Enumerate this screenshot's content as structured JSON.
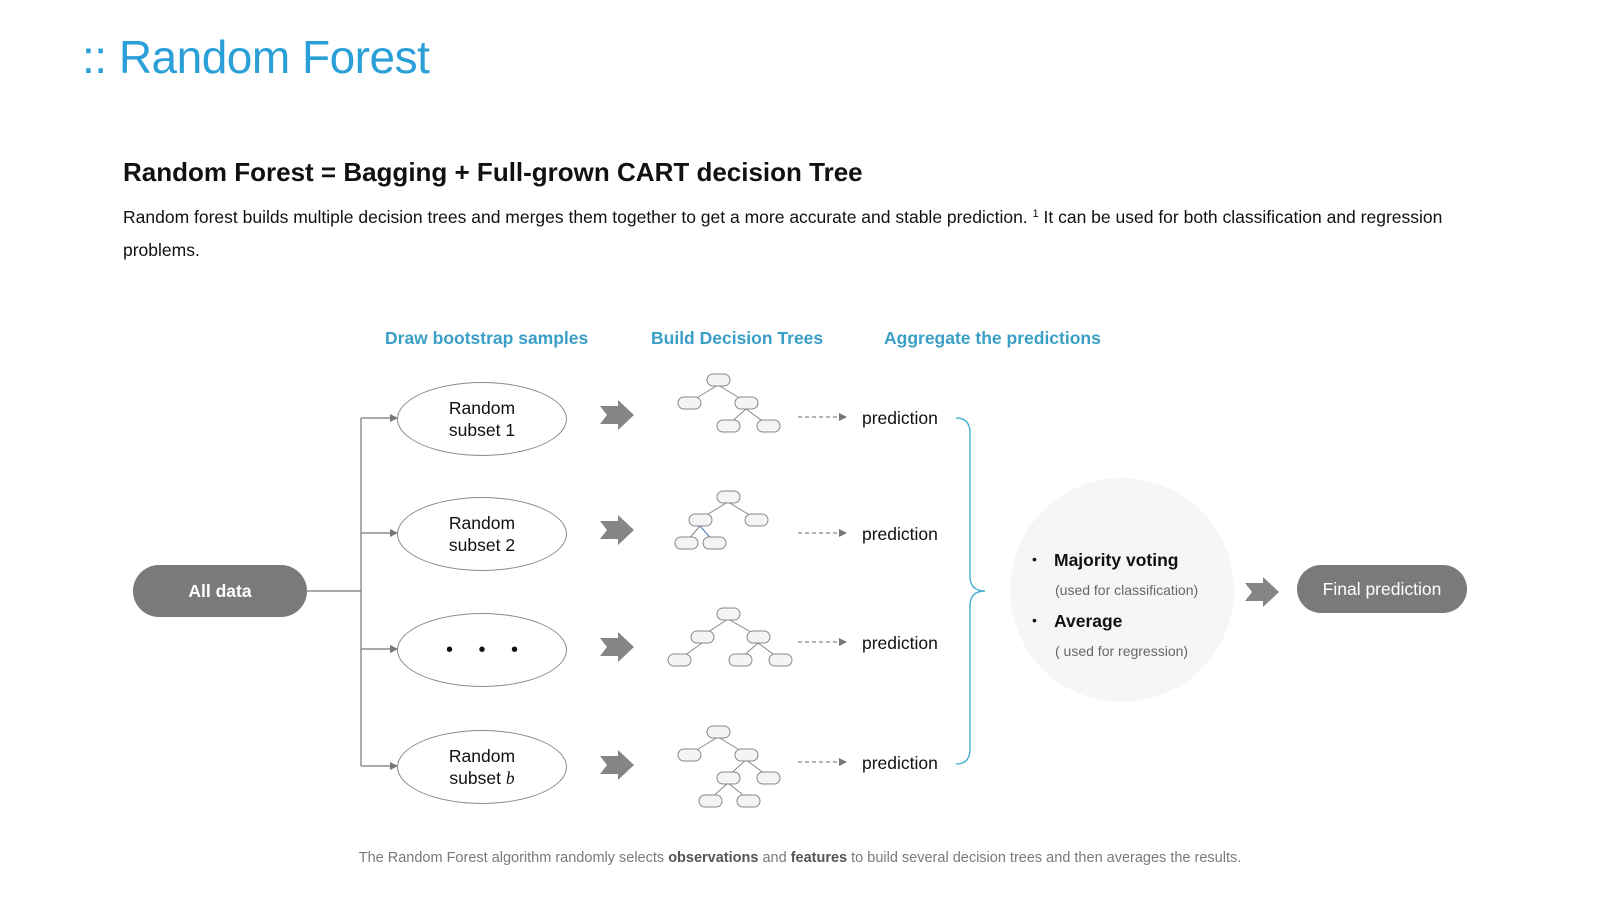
{
  "page": {
    "title": ":: Random Forest",
    "heading": "Random Forest = Bagging + Full-grown CART decision Tree",
    "intro": {
      "text1": "Random forest builds multiple decision trees and merges them together to get a more accurate and stable prediction. ",
      "footnote": "1",
      "text2": " It can be used for both classification and regression problems."
    }
  },
  "diagram": {
    "steps": [
      "Draw bootstrap samples",
      "Build Decision Trees",
      "Aggregate the predictions"
    ],
    "source": "All data",
    "subsets": [
      {
        "line1": "Random",
        "line2": "subset 1"
      },
      {
        "line1": "Random",
        "line2": "subset 2"
      },
      {
        "dots": "• • •"
      },
      {
        "line1": "Random",
        "line2": "subset ",
        "var": "b"
      }
    ],
    "prediction_label": "prediction",
    "aggregation": [
      {
        "bullet": "•",
        "label": "Majority voting",
        "note": "(used for classification)"
      },
      {
        "bullet": "•",
        "label": "Average",
        "note": "( used for regression)"
      }
    ],
    "final": "Final prediction"
  },
  "caption": {
    "t1": "The Random Forest algorithm randomly selects ",
    "b1": "observations",
    "t2": " and ",
    "b2": "features",
    "t3": " to build several decision trees and then averages the results."
  },
  "colors": {
    "accent": "#2a9fd8",
    "step": "#3a9fc7",
    "pill": "#7a7a7a",
    "brace": "#4ab0d6",
    "arrow": "#7a7a7a"
  }
}
